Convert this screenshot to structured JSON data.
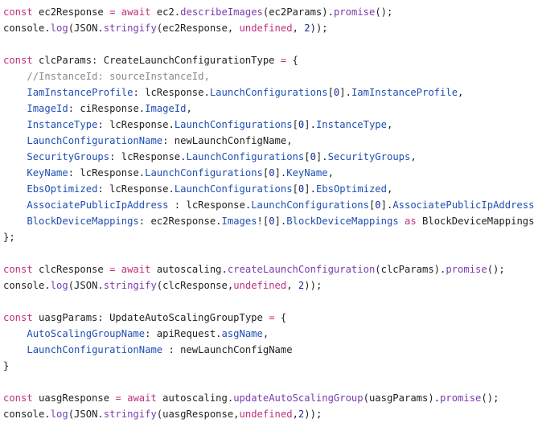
{
  "colors": {
    "background": "#ffffff",
    "kw": "#c0307f",
    "fn": "#7a3cb0",
    "prop": "#1f4fb4",
    "num": "#1c2a93",
    "cm": "#8a8a8a",
    "id": "#1f1f1f"
  },
  "code": {
    "lines": [
      [
        [
          "kw",
          "const"
        ],
        [
          "id",
          " ec2Response "
        ],
        [
          "kw",
          "="
        ],
        [
          "kw",
          " await"
        ],
        [
          "id",
          " ec2."
        ],
        [
          "fn",
          "describeImages"
        ],
        [
          "id",
          "(ec2Params)."
        ],
        [
          "fn",
          "promise"
        ],
        [
          "id",
          "();"
        ]
      ],
      [
        [
          "id",
          "console."
        ],
        [
          "fn",
          "log"
        ],
        [
          "id",
          "(JSON."
        ],
        [
          "fn",
          "stringify"
        ],
        [
          "id",
          "(ec2Response, "
        ],
        [
          "kw",
          "undefined"
        ],
        [
          "id",
          ", "
        ],
        [
          "num",
          "2"
        ],
        [
          "id",
          "));"
        ]
      ],
      [],
      [
        [
          "kw",
          "const"
        ],
        [
          "id",
          " clcParams: CreateLaunchConfigurationType "
        ],
        [
          "kw",
          "="
        ],
        [
          "id",
          " {"
        ]
      ],
      [
        [
          "id",
          "    "
        ],
        [
          "cm",
          "//InstanceId: sourceInstanceId,"
        ]
      ],
      [
        [
          "id",
          "    "
        ],
        [
          "prop",
          "IamInstanceProfile"
        ],
        [
          "id",
          ": lcResponse."
        ],
        [
          "prop",
          "LaunchConfigurations"
        ],
        [
          "id",
          "["
        ],
        [
          "num",
          "0"
        ],
        [
          "id",
          "]."
        ],
        [
          "prop",
          "IamInstanceProfile"
        ],
        [
          "id",
          ","
        ]
      ],
      [
        [
          "id",
          "    "
        ],
        [
          "prop",
          "ImageId"
        ],
        [
          "id",
          ": ciResponse."
        ],
        [
          "prop",
          "ImageId"
        ],
        [
          "id",
          ","
        ]
      ],
      [
        [
          "id",
          "    "
        ],
        [
          "prop",
          "InstanceType"
        ],
        [
          "id",
          ": lcResponse."
        ],
        [
          "prop",
          "LaunchConfigurations"
        ],
        [
          "id",
          "["
        ],
        [
          "num",
          "0"
        ],
        [
          "id",
          "]."
        ],
        [
          "prop",
          "InstanceType"
        ],
        [
          "id",
          ","
        ]
      ],
      [
        [
          "id",
          "    "
        ],
        [
          "prop",
          "LaunchConfigurationName"
        ],
        [
          "id",
          ": newLaunchConfigName,"
        ]
      ],
      [
        [
          "id",
          "    "
        ],
        [
          "prop",
          "SecurityGroups"
        ],
        [
          "id",
          ": lcResponse."
        ],
        [
          "prop",
          "LaunchConfigurations"
        ],
        [
          "id",
          "["
        ],
        [
          "num",
          "0"
        ],
        [
          "id",
          "]."
        ],
        [
          "prop",
          "SecurityGroups"
        ],
        [
          "id",
          ","
        ]
      ],
      [
        [
          "id",
          "    "
        ],
        [
          "prop",
          "KeyName"
        ],
        [
          "id",
          ": lcResponse."
        ],
        [
          "prop",
          "LaunchConfigurations"
        ],
        [
          "id",
          "["
        ],
        [
          "num",
          "0"
        ],
        [
          "id",
          "]."
        ],
        [
          "prop",
          "KeyName"
        ],
        [
          "id",
          ","
        ]
      ],
      [
        [
          "id",
          "    "
        ],
        [
          "prop",
          "EbsOptimized"
        ],
        [
          "id",
          ": lcResponse."
        ],
        [
          "prop",
          "LaunchConfigurations"
        ],
        [
          "id",
          "["
        ],
        [
          "num",
          "0"
        ],
        [
          "id",
          "]."
        ],
        [
          "prop",
          "EbsOptimized"
        ],
        [
          "id",
          ","
        ]
      ],
      [
        [
          "id",
          "    "
        ],
        [
          "prop",
          "AssociatePublicIpAddress"
        ],
        [
          "id",
          " : lcResponse."
        ],
        [
          "prop",
          "LaunchConfigurations"
        ],
        [
          "id",
          "["
        ],
        [
          "num",
          "0"
        ],
        [
          "id",
          "]."
        ],
        [
          "prop",
          "AssociatePublicIpAddress"
        ],
        [
          "id",
          ","
        ]
      ],
      [
        [
          "id",
          "    "
        ],
        [
          "prop",
          "BlockDeviceMappings"
        ],
        [
          "id",
          ": ec2Response."
        ],
        [
          "prop",
          "Images"
        ],
        [
          "id",
          "!["
        ],
        [
          "num",
          "0"
        ],
        [
          "id",
          "]."
        ],
        [
          "prop",
          "BlockDeviceMappings"
        ],
        [
          "kw",
          " as"
        ],
        [
          "id",
          " BlockDeviceMappings"
        ]
      ],
      [
        [
          "id",
          "};"
        ]
      ],
      [],
      [
        [
          "kw",
          "const"
        ],
        [
          "id",
          " clcResponse "
        ],
        [
          "kw",
          "="
        ],
        [
          "kw",
          " await"
        ],
        [
          "id",
          " autoscaling."
        ],
        [
          "fn",
          "createLaunchConfiguration"
        ],
        [
          "id",
          "(clcParams)."
        ],
        [
          "fn",
          "promise"
        ],
        [
          "id",
          "();"
        ]
      ],
      [
        [
          "id",
          "console."
        ],
        [
          "fn",
          "log"
        ],
        [
          "id",
          "(JSON."
        ],
        [
          "fn",
          "stringify"
        ],
        [
          "id",
          "(clcResponse,"
        ],
        [
          "kw",
          "undefined"
        ],
        [
          "id",
          ", "
        ],
        [
          "num",
          "2"
        ],
        [
          "id",
          "));"
        ]
      ],
      [],
      [
        [
          "kw",
          "const"
        ],
        [
          "id",
          " uasgParams: UpdateAutoScalingGroupType "
        ],
        [
          "kw",
          "="
        ],
        [
          "id",
          " {"
        ]
      ],
      [
        [
          "id",
          "    "
        ],
        [
          "prop",
          "AutoScalingGroupName"
        ],
        [
          "id",
          ": apiRequest."
        ],
        [
          "prop",
          "asgName"
        ],
        [
          "id",
          ","
        ]
      ],
      [
        [
          "id",
          "    "
        ],
        [
          "prop",
          "LaunchConfigurationName"
        ],
        [
          "id",
          " : newLaunchConfigName"
        ]
      ],
      [
        [
          "id",
          "}"
        ]
      ],
      [],
      [
        [
          "kw",
          "const"
        ],
        [
          "id",
          " uasgResponse "
        ],
        [
          "kw",
          "="
        ],
        [
          "kw",
          " await"
        ],
        [
          "id",
          " autoscaling."
        ],
        [
          "fn",
          "updateAutoScalingGroup"
        ],
        [
          "id",
          "(uasgParams)."
        ],
        [
          "fn",
          "promise"
        ],
        [
          "id",
          "();"
        ]
      ],
      [
        [
          "id",
          "console."
        ],
        [
          "fn",
          "log"
        ],
        [
          "id",
          "(JSON."
        ],
        [
          "fn",
          "stringify"
        ],
        [
          "id",
          "(uasgResponse,"
        ],
        [
          "kw",
          "undefined"
        ],
        [
          "id",
          ","
        ],
        [
          "num",
          "2"
        ],
        [
          "id",
          "));"
        ]
      ]
    ]
  }
}
